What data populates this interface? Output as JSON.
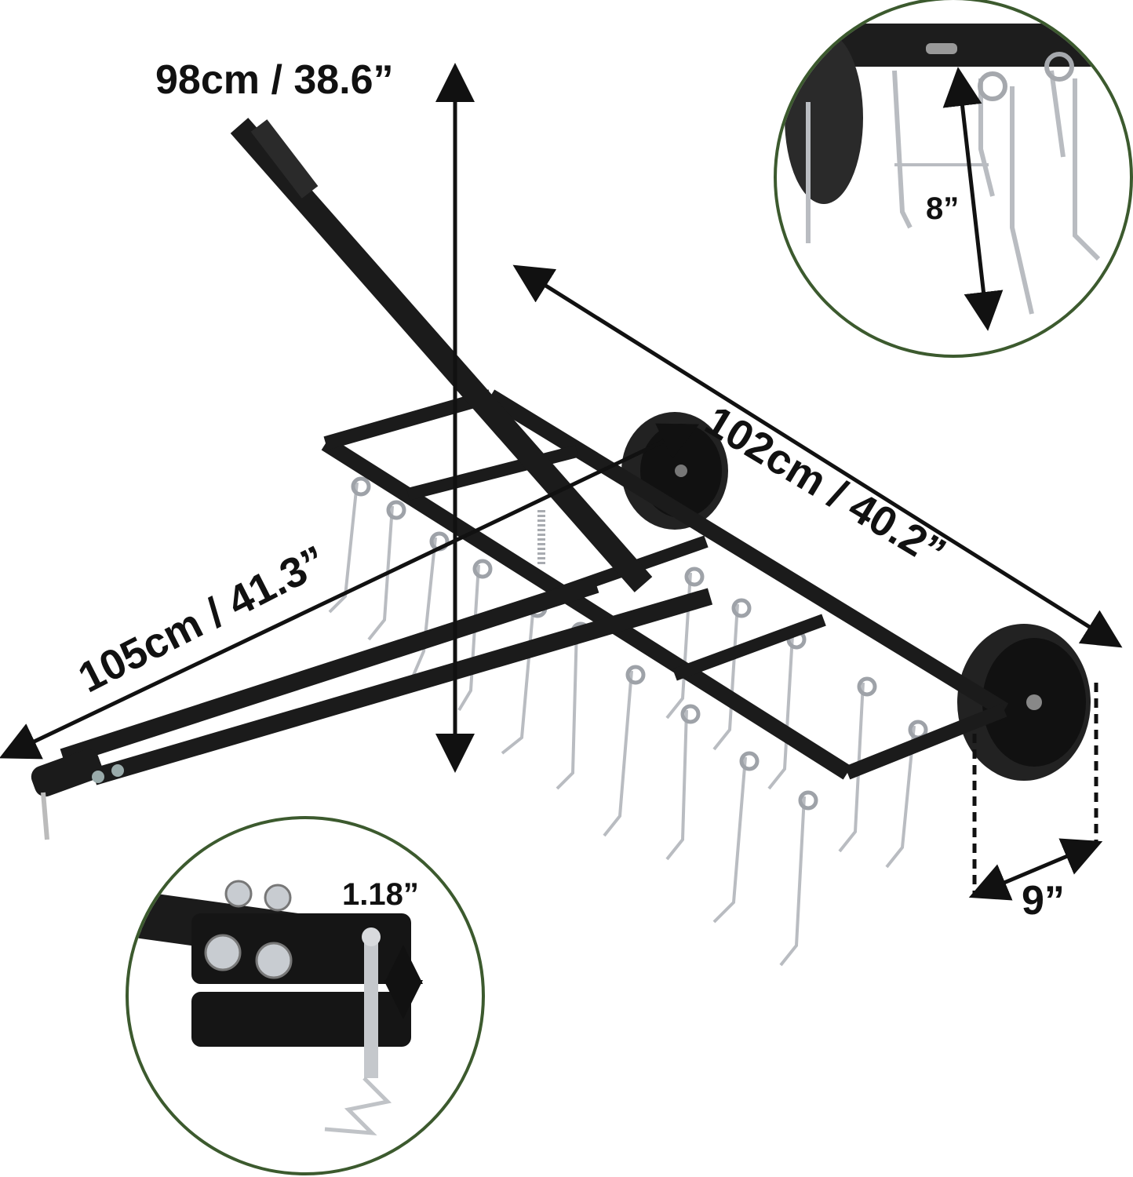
{
  "labels": {
    "height": "98cm / 38.6”",
    "width": "102cm / 40.2”",
    "length": "105cm / 41.3”",
    "tine_length": "8”",
    "wheel_diameter": "9”",
    "pin_size": "1.18”"
  },
  "colors": {
    "frame": "#1b1b1b",
    "tine": "#b9bcc1",
    "arrow": "#111111",
    "inset_border": "#3c5a2e"
  },
  "icons": {
    "tine_inset": "spring-tine-closeup",
    "hitch_inset": "hitch-pin-closeup"
  }
}
